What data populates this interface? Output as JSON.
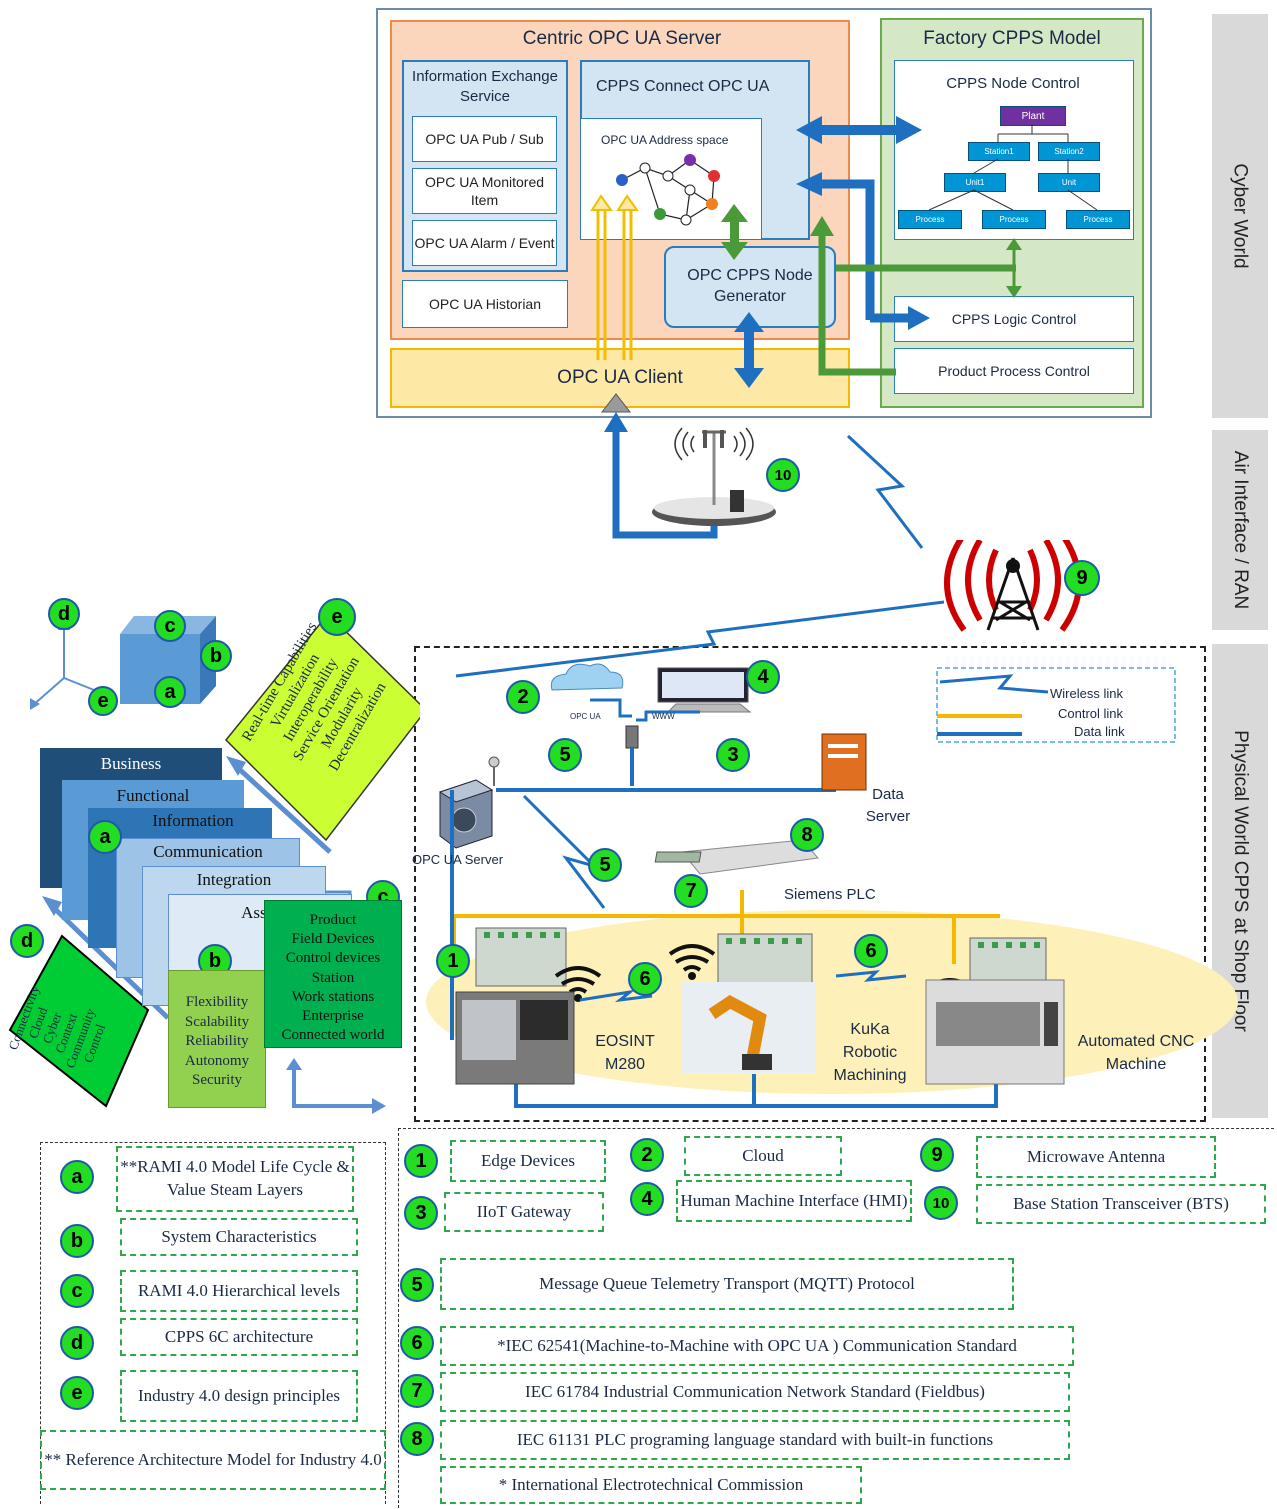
{
  "cyber": {
    "centric_server_title": "Centric OPC UA Server",
    "info_exchange_title": "Information Exchange Service",
    "pubsub": "OPC UA Pub / Sub",
    "monitored": "OPC UA Monitored Item",
    "alarm": "OPC UA Alarm / Event",
    "historian": "OPC UA Historian",
    "cpps_connect": "CPPS Connect OPC UA",
    "address_space": "OPC UA Address space",
    "node_generator": "OPC CPPS Node Generator",
    "client": "OPC UA Client",
    "factory_title": "Factory CPPS Model",
    "node_control": "CPPS Node Control",
    "tree": {
      "plant": "Plant",
      "station1": "Station1",
      "station2": "Station2",
      "unit1": "Unit1",
      "unit": "Unit",
      "process": "Process"
    },
    "logic_control": "CPPS Logic Control",
    "product_process": "Product Process Control"
  },
  "bands": {
    "cyber": "Cyber World",
    "air": "Air Interface / RAN",
    "physical": "Physical World CPPS at Shop Floor"
  },
  "physical": {
    "legend": {
      "wireless": "Wireless  link",
      "control": "Control link",
      "data": "Data link"
    },
    "opc_ua_label": "OPC UA",
    "www_label": "WWW",
    "data_server": "Data Server",
    "opc_ua_server": "OPC UA Server",
    "siemens_plc": "Siemens PLC",
    "eosint": "EOSINT M280",
    "kuka": "KuKa Robotic Machining",
    "cnc": "Automated CNC Machine"
  },
  "rami": {
    "layers": [
      "Business",
      "Functional",
      "Information",
      "Communication",
      "Integration",
      "Asset"
    ],
    "design_principles": [
      "Real-time Capabilities",
      "Virtualization",
      "Interoperability",
      "Service Orientation",
      "Modularity",
      "Decentralization"
    ],
    "system_characteristics": [
      "Flexibility",
      "Scalability",
      "Reliability",
      "Autonomy",
      "Security"
    ],
    "hierarchy": [
      "Product",
      "Field Devices",
      "Control devices",
      "Station",
      "Work stations",
      "Enterprise",
      "Connected world"
    ],
    "sixc": [
      "Connectivity",
      "Cloud",
      "Cyber",
      "Context",
      "Community",
      "Control"
    ]
  },
  "badges": {
    "a": "a",
    "b": "b",
    "c": "c",
    "d": "d",
    "e": "e",
    "n1": "1",
    "n2": "2",
    "n3": "3",
    "n4": "4",
    "n5": "5",
    "n6": "6",
    "n7": "7",
    "n8": "8",
    "n9": "9",
    "n10": "10"
  },
  "key_left": {
    "a": "**RAMI 4.0 Model Life Cycle & Value Steam Layers",
    "b": "System Characteristics",
    "c": "RAMI 4.0 Hierarchical levels",
    "d": "CPPS 6C architecture",
    "e": "Industry 4.0 design principles",
    "footnote": "** Reference Architecture Model for Industry 4.0"
  },
  "key_right": {
    "k1": "Edge Devices",
    "k2": "Cloud",
    "k3": "IIoT Gateway",
    "k4": "Human Machine Interface (HMI)",
    "k5": "Message Queue Telemetry Transport (MQTT) Protocol",
    "k6": "*IEC 62541(Machine-to-Machine with OPC UA ) Communication Standard",
    "k7": "IEC 61784 Industrial Communication Network  Standard (Fieldbus)",
    "k8": "IEC 61131 PLC programing language standard with built-in functions",
    "k9": "Microwave Antenna",
    "k10": "Base Station Transceiver (BTS)",
    "footnote": "* International Electrotechnical Commission"
  },
  "colors": {
    "data_link": "#1e6fbf",
    "control_link": "#f5b800",
    "green_arrow": "#4a9a3a",
    "badge": "#22dd22"
  }
}
